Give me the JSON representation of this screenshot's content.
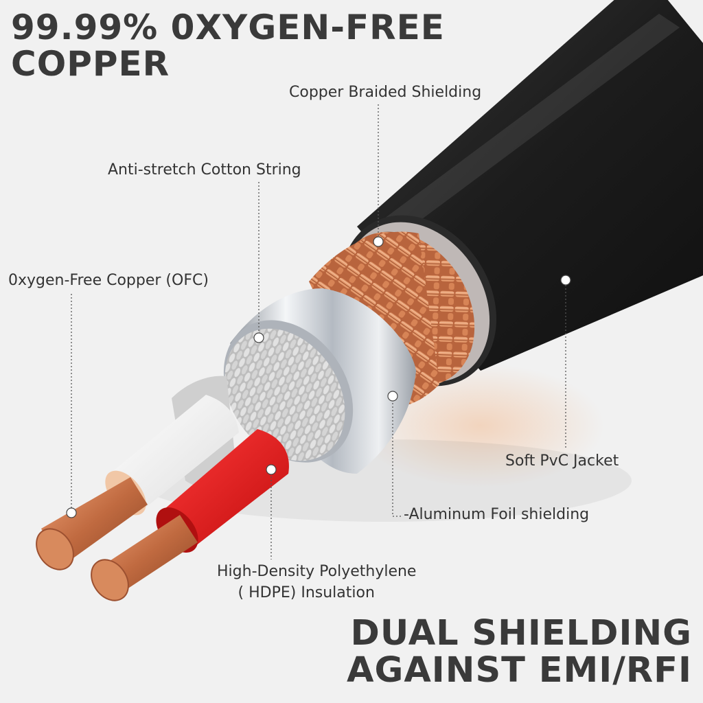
{
  "headline_top": {
    "line1": "99.99% 0XYGEN-FREE",
    "line2": "COPPER"
  },
  "headline_bottom": {
    "line1": "DUAL SHIELDING",
    "line2": "AGAINST EMI/RFI"
  },
  "callouts": {
    "copper_braided": "Copper Braided Shielding",
    "cotton_string": "Anti-stretch Cotton String",
    "ofc": "0xygen-Free Copper (OFC)",
    "pvc_jacket": "Soft PvC Jacket",
    "aluminum_foil": "-Aluminum Foil shielding",
    "hdpe_line1": "High-Density Polyethylene",
    "hdpe_line2": "( HDPE) Insulation"
  },
  "colors": {
    "jacket": "#1f1f1f",
    "copper": "#c8744a",
    "foil": "#cfd3d8",
    "cotton": "#d6d6d6",
    "red_insulation": "#e01818",
    "white_insulation": "#f6f6f6",
    "headline": "#3a3a3a"
  }
}
